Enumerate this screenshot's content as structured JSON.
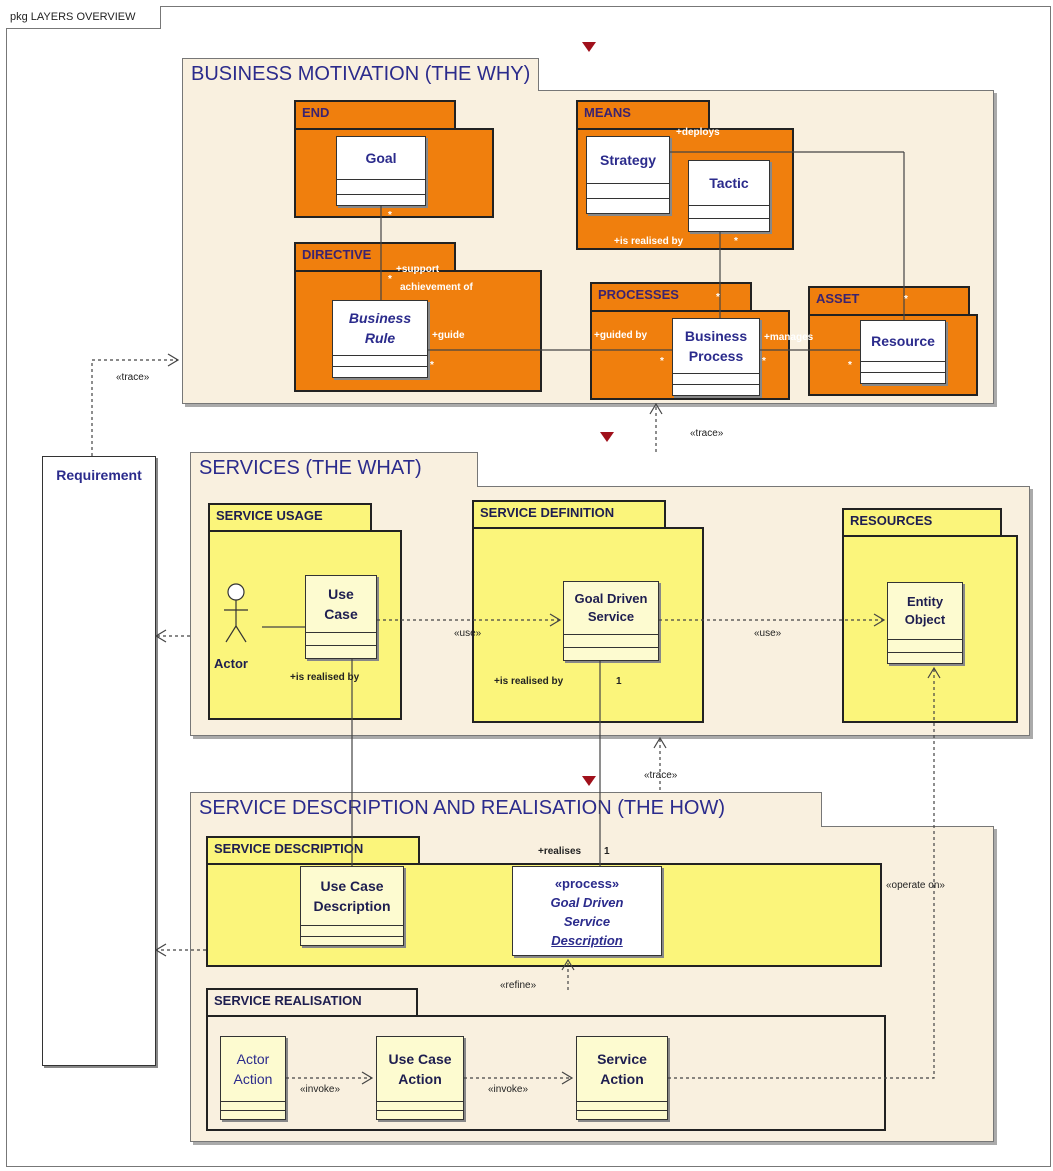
{
  "frame_title": "pkg LAYERS OVERVIEW",
  "layers": {
    "motivation": "BUSINESS MOTIVATION (THE WHY)",
    "services": "SERVICES (THE WHAT)",
    "realisation": "SERVICE DESCRIPTION AND REALISATION (THE HOW)"
  },
  "packages": {
    "end": "END",
    "means": "MEANS",
    "directive": "DIRECTIVE",
    "processes": "PROCESSES",
    "asset": "ASSET",
    "service_usage": "SERVICE USAGE",
    "service_definition": "SERVICE DEFINITION",
    "resources": "RESOURCES",
    "service_description": "SERVICE DESCRIPTION",
    "service_realisation": "SERVICE REALISATION"
  },
  "classes": {
    "goal": "Goal",
    "strategy": "Strategy",
    "tactic": "Tactic",
    "business_rule_1": "Business",
    "business_rule_2": "Rule",
    "business_process_1": "Business",
    "business_process_2": "Process",
    "resource": "Resource",
    "requirement": "Requirement",
    "use_case_1": "Use",
    "use_case_2": "Case",
    "goal_driven_service_1": "Goal Driven",
    "goal_driven_service_2": "Service",
    "entity_object_1": "Entity",
    "entity_object_2": "Object",
    "actor": "Actor",
    "use_case_description_1": "Use Case",
    "use_case_description_2": "Description",
    "gdsd_stereotype": "«process»",
    "gdsd_1": "Goal Driven",
    "gdsd_2": "Service",
    "gdsd_3": "Description",
    "actor_action_1": "Actor",
    "actor_action_2": "Action",
    "use_case_action_1": "Use Case",
    "use_case_action_2": "Action",
    "service_action_1": "Service",
    "service_action_2": "Action"
  },
  "labels": {
    "deploys": "+deploys",
    "is_realised_by_top": "+is realised by",
    "star_a": "*",
    "star_b": "*",
    "star_c": "*",
    "star_d": "*",
    "star_e": "*",
    "star_f": "*",
    "star_g": "*",
    "star_h": "*",
    "star_i": "*",
    "support": "+support",
    "achievement_of": "achievement of",
    "guide": "+guide",
    "guided_by": "+guided by",
    "manages": "+manages",
    "trace_left": "«trace»",
    "trace_mid": "«trace»",
    "trace_low": "«trace»",
    "use_1": "«use»",
    "use_2": "«use»",
    "is_realised_by_uc": "+is realised by",
    "is_realised_by_gds": "+is realised by",
    "one_a": "1",
    "realises": "+realises",
    "one_b": "1",
    "operate_on": "«operate on»",
    "refine": "«refine»",
    "invoke_1": "«invoke»",
    "invoke_2": "«invoke»"
  },
  "colors": {
    "motivation_packages": "#f07f0d",
    "service_packages": "#fbf57b",
    "layer_background": "#f9f0df",
    "marker": "#a0101b",
    "title_text": "#2b2b8c"
  }
}
